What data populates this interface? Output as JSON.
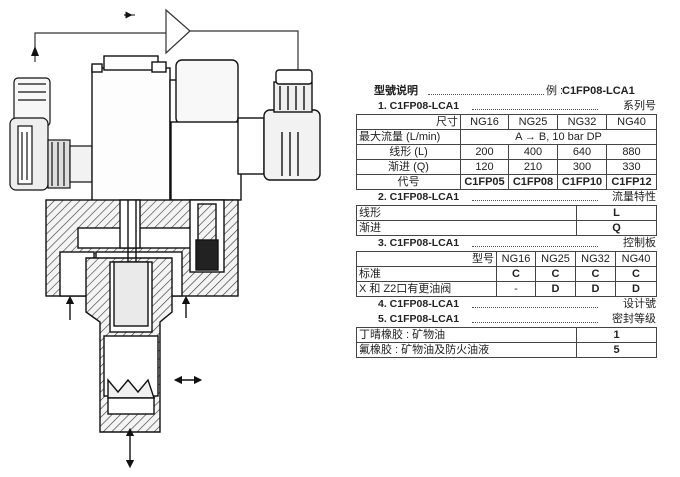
{
  "header": {
    "title": "型號说明",
    "example_prefix": "例 :",
    "example_code": "C1FP08-LCA1"
  },
  "sections": [
    {
      "code": "1. C1FP08-LCA1",
      "label": "系列号"
    },
    {
      "code": "2. C1FP08-LCA1",
      "label": "流量特性"
    },
    {
      "code": "3. C1FP08-LCA1",
      "label": "控制板"
    },
    {
      "code": "4. C1FP08-LCA1",
      "label": "设计號"
    },
    {
      "code": "5. C1FP08-LCA1",
      "label": "密封等级"
    }
  ],
  "table1": {
    "header": [
      "尺寸",
      "NG16",
      "NG25",
      "NG32",
      "NG40"
    ],
    "max_flow_label": "最大流量 (L/min)",
    "max_flow_value": "A → B, 10 bar DP",
    "rows": [
      [
        "线形 (L)",
        "200",
        "400",
        "640",
        "880"
      ],
      [
        "渐进 (Q)",
        "120",
        "210",
        "300",
        "330"
      ],
      [
        "代号",
        "C1FP05",
        "C1FP08",
        "C1FP10",
        "C1FP12"
      ]
    ]
  },
  "table2": {
    "rows": [
      [
        "线形",
        "L"
      ],
      [
        "渐进",
        "Q"
      ]
    ]
  },
  "table3": {
    "header": [
      "型号",
      "NG16",
      "NG25",
      "NG32",
      "NG40"
    ],
    "rows": [
      [
        "标准",
        "C",
        "C",
        "C",
        "C"
      ],
      [
        "X 和 Z2口有更油阀",
        "-",
        "D",
        "D",
        "D"
      ]
    ]
  },
  "table5": {
    "rows": [
      [
        "丁晴橡胶 : 矿物油",
        "1"
      ],
      [
        "氟橡胶 : 矿物油及防火油液",
        "5"
      ]
    ]
  }
}
